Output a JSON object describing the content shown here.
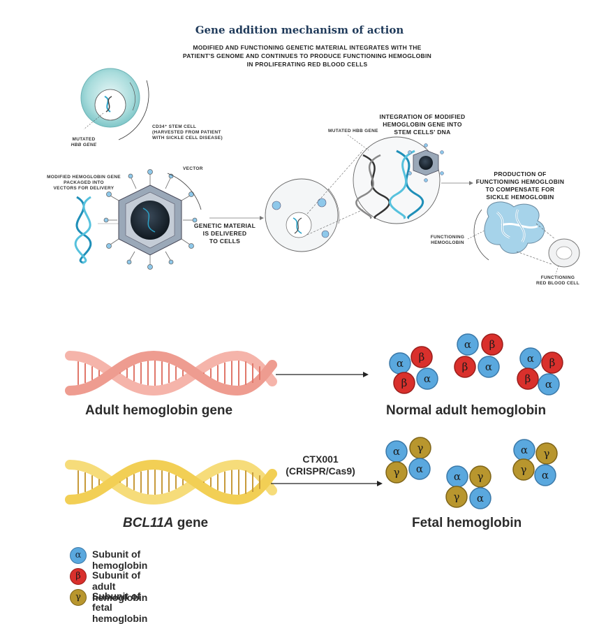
{
  "title": "Gene addition mechanism of action",
  "subtitle_lines": [
    "MODIFIED AND FUNCTIONING GENETIC MATERIAL INTEGRATES WITH THE",
    "PATIENT'S GENOME AND CONTINUES TO PRODUCE FUNCTIONING HEMOGLOBIN",
    "IN PROLIFERATING RED BLOOD CELLS"
  ],
  "top_labels": {
    "mutated_hbb_1": "MUTATED",
    "mutated_hbb_2": "HBB GENE",
    "stem_cell_1": "CD34⁺ STEM CELL",
    "stem_cell_2": "(HARVESTED FROM PATIENT",
    "stem_cell_3": "WITH SICKLE CELL DISEASE)",
    "vector": "VECTOR",
    "modified_gene_1": "MODIFIED HEMOGLOBIN GENE",
    "modified_gene_2": "PACKAGED INTO",
    "modified_gene_3": "VECTORS FOR DELIVERY",
    "delivered_1": "GENETIC MATERIAL",
    "delivered_2": "IS DELIVERED",
    "delivered_3": "TO CELLS",
    "mutated_hbb_gene_right": "MUTATED HBB GENE",
    "integration_1": "INTEGRATION OF MODIFIED",
    "integration_2": "HEMOGLOBIN GENE INTO",
    "integration_3": "STEM CELLS' DNA",
    "production_1": "PRODUCTION OF",
    "production_2": "FUNCTIONING HEMOGLOBIN",
    "production_3": "TO COMPENSATE FOR",
    "production_4": "SICKLE HEMOGLOBIN",
    "func_hgb_1": "FUNCTIONING",
    "func_hgb_2": "HEMOGLOBIN",
    "func_rbc_1": "FUNCTIONING",
    "func_rbc_2": "RED BLOOD CELL"
  },
  "bottom": {
    "adult_gene": "Adult hemoglobin gene",
    "normal_adult": "Normal adult hemoglobin",
    "bcl_italic": "BCL11A",
    "bcl_rest": " gene",
    "fetal": "Fetal hemoglobin",
    "ctx_1": "CTX001",
    "ctx_2": "(CRISPR/Cas9)",
    "alpha": "α",
    "beta": "β",
    "gamma": "γ"
  },
  "legend": [
    {
      "symbol": "α",
      "color": "#5aa8de",
      "label": "Subunit of hemoglobin"
    },
    {
      "symbol": "β",
      "color": "#d9302c",
      "label": "Subunit of adult hemoglobin"
    },
    {
      "symbol": "γ",
      "color": "#b8962e",
      "label": "Subunit of fetal hemoglobin"
    }
  ],
  "colors": {
    "alpha": "#5aa8de",
    "beta": "#d9302c",
    "gamma": "#b8962e",
    "adult_dna": "#f2a9a0",
    "fetal_dna": "#f4d35e",
    "dna_blue": "#2aa3c8",
    "title": "#1f3a5a"
  }
}
